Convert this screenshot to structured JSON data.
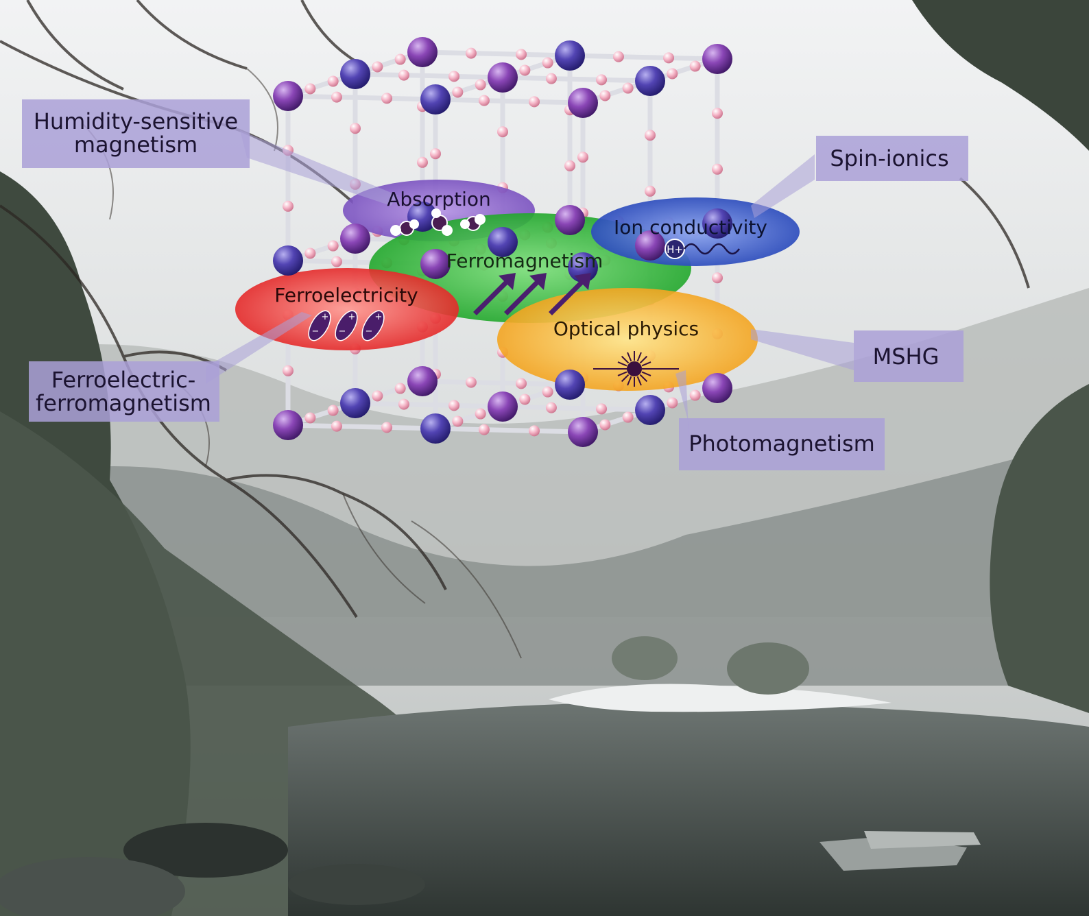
{
  "background": {
    "sky": "#e9ecee",
    "forest": "#3f4a3f",
    "pond": "#4e5652",
    "snow": "#f4f5f5"
  },
  "colors": {
    "atom_purple": "#7b3fa6",
    "atom_blue": "#4d3fa8",
    "atom_pink": "#f0a8bd",
    "rod": "#dcdde4",
    "absorption": "#8f69cc",
    "ferromagnetism": "#39bf3c",
    "ion_conductivity": "#3a5fc8",
    "ferroelectricity": "#ef3b3b",
    "optical_physics": "#f7b82b",
    "label_box": "#aaa0d7",
    "arrow": "#4a1f6e"
  },
  "ellipses": {
    "absorption": "Absorption",
    "ferromagnetism": "Ferromagnetism",
    "ion_conductivity": "Ion conductivity",
    "ion_symbol": "H+",
    "ferroelectricity": "Ferroelectricity",
    "optical_physics": "Optical physics"
  },
  "labels": {
    "humidity_line1": "Humidity-sensitive",
    "humidity_line2": "magnetism",
    "spin_ionics": "Spin-ionics",
    "ferroelectric_line1": "Ferroelectric-",
    "ferroelectric_line2": "ferromagnetism",
    "mshg": "MSHG",
    "photomagnetism": "Photomagnetism"
  },
  "icons": {
    "water": "water-molecule-icon",
    "spin_arrow": "spin-arrow-icon",
    "dipole": "dipole-icon",
    "wave": "wave-icon",
    "light": "light-burst-icon"
  }
}
